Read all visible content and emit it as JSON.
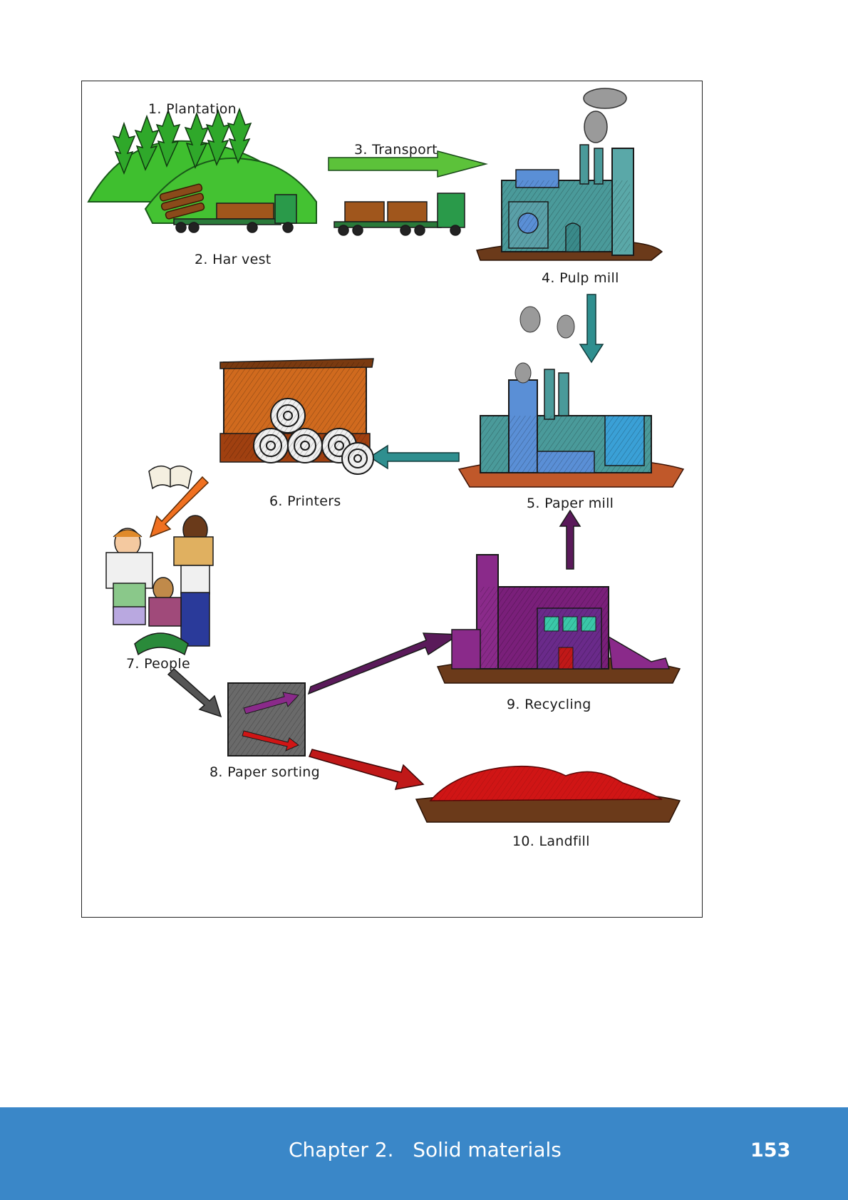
{
  "diagram": {
    "steps": [
      {
        "label": "1. Plantation"
      },
      {
        "label": "2. Har vest"
      },
      {
        "label": "3. Transport"
      },
      {
        "label": "4. Pulp mill"
      },
      {
        "label": "5. Paper mill"
      },
      {
        "label": "6. Printers"
      },
      {
        "label": "7. People"
      },
      {
        "label": "8. Paper sorting"
      },
      {
        "label": "9. Recycling"
      },
      {
        "label": "10. Landfill"
      }
    ],
    "colors": {
      "plantation_green": "#3fbf2f",
      "transport_arrow": "#5cc23a",
      "teal_arrow": "#2f8f8f",
      "orange_arrow": "#f07020",
      "purple_arrow": "#5a1a5a",
      "red_arrow": "#c01818",
      "grey_arrow": "#555555",
      "printers_building": "#d06a1e",
      "recycling_building": "#7a1f7a",
      "landfill": "#d01515",
      "paper_mill_blue": "#5a8fd6"
    }
  },
  "footer": {
    "chapter": "Chapter 2.   Solid materials",
    "page_number": "153"
  }
}
